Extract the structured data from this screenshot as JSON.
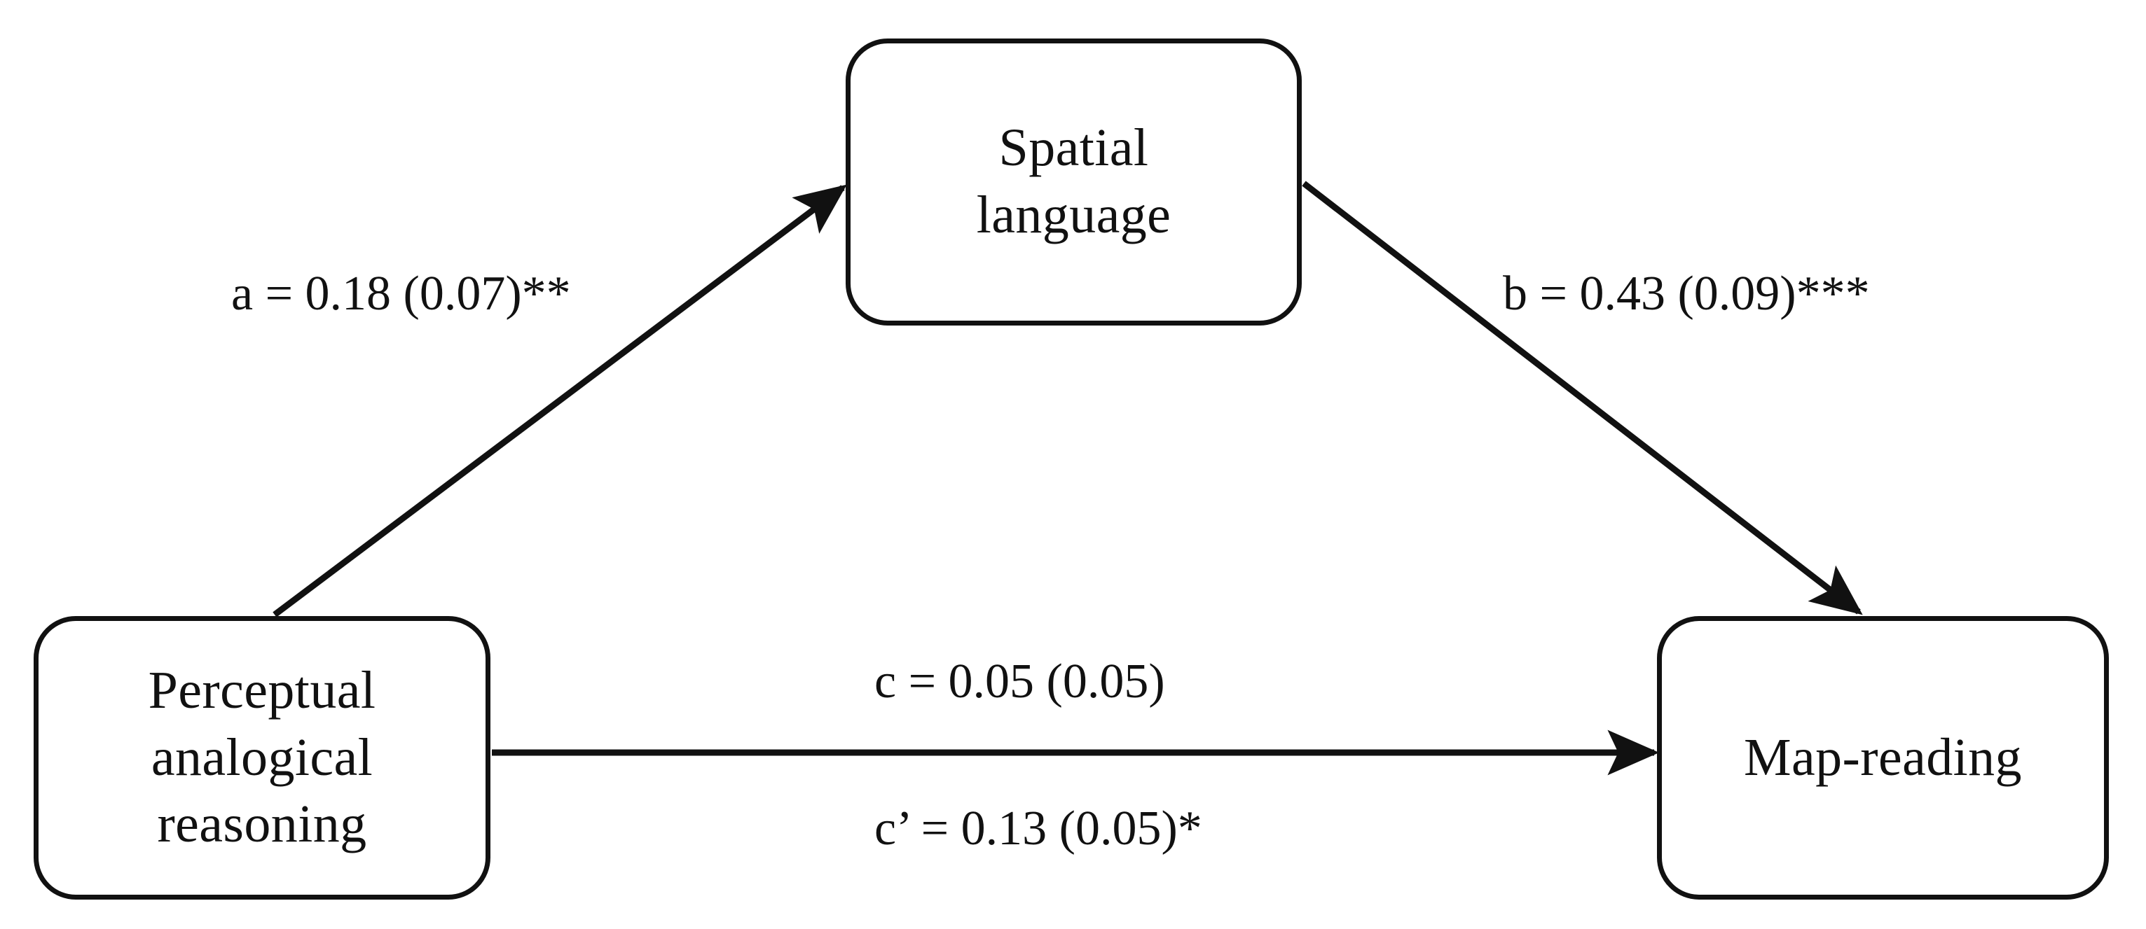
{
  "diagram": {
    "type": "mediation-path-diagram",
    "background_color": "#ffffff",
    "stroke_color": "#111111",
    "text_color": "#111111",
    "nodes": [
      {
        "id": "spatial-language",
        "label": "Spatial\nlanguage",
        "role": "mediator",
        "position": "top-center"
      },
      {
        "id": "perceptual-analogical-reasoning",
        "label": "Perceptual\nanalogical\nreasoning",
        "role": "predictor",
        "position": "bottom-left"
      },
      {
        "id": "map-reading",
        "label": "Map-reading",
        "role": "outcome",
        "position": "bottom-right"
      }
    ],
    "paths": [
      {
        "id": "a",
        "label": "a = 0.18 (0.07)**",
        "coefficient": 0.18,
        "standard_error": 0.07,
        "significance": "**",
        "from": "perceptual-analogical-reasoning",
        "to": "spatial-language"
      },
      {
        "id": "b",
        "label": "b = 0.43 (0.09)***",
        "coefficient": 0.43,
        "standard_error": 0.09,
        "significance": "***",
        "from": "spatial-language",
        "to": "map-reading"
      },
      {
        "id": "c",
        "label": "c = 0.05 (0.05)",
        "coefficient": 0.05,
        "standard_error": 0.05,
        "significance": "",
        "from": "perceptual-analogical-reasoning",
        "to": "map-reading"
      },
      {
        "id": "c-prime",
        "label": "c’ = 0.13 (0.05)*",
        "coefficient": 0.13,
        "standard_error": 0.05,
        "significance": "*",
        "from": "perceptual-analogical-reasoning",
        "to": "map-reading"
      }
    ]
  }
}
